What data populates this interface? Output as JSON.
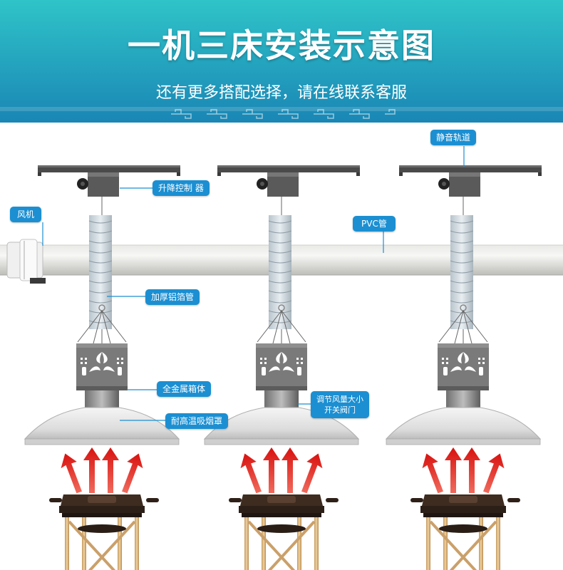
{
  "header": {
    "title": "一机三床安装示意图",
    "subtitle": "还有更多搭配选择，请在线联系客服"
  },
  "labels": {
    "silent_track": "静音轨道",
    "lift_controller": "升降控制 器",
    "fan": "风机",
    "pvc_pipe": "PVC管",
    "aluminum_hose": "加厚铝箔管",
    "metal_box": "全金属箱体",
    "valve_line1": "调节风量大小",
    "valve_line2": "开关阀门",
    "hood": "耐高温吸烟罩"
  },
  "colors": {
    "banner_top": "#2fc6c9",
    "banner_bottom": "#1a86b5",
    "label_bg": "#1b8fd2",
    "arrow": "#e6201c",
    "bed_top": "#3e2c20",
    "bed_legs": "#d9b47c"
  }
}
